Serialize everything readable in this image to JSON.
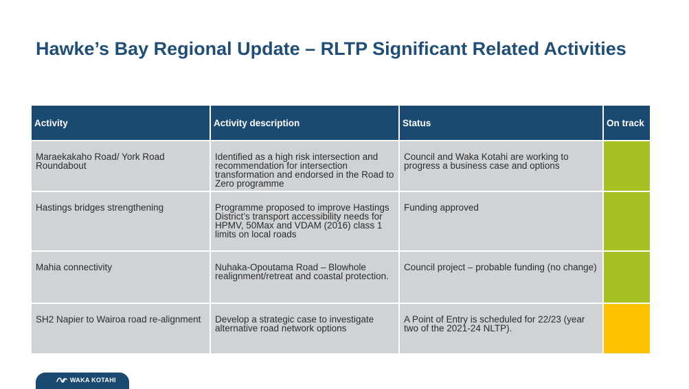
{
  "slide": {
    "title": "Hawke’s Bay Regional Update – RLTP Significant Related Activities"
  },
  "table": {
    "headers": [
      "Activity",
      "Activity description",
      "Status",
      "On track"
    ],
    "rows": [
      {
        "activity": "Maraekakaho Road/ York Road Roundabout",
        "description": "Identified as a high risk intersection and recommendation for intersection transformation and endorsed in the Road to Zero programme",
        "status": "Council and Waka Kotahi are working to progress a business case and options",
        "on_track_color": "#a9c023"
      },
      {
        "activity": "Hastings bridges strengthening",
        "description": "Programme proposed to improve Hastings District’s transport accessibility needs for HPMV, 50Max and VDAM (2016) class 1 limits on local roads",
        "status": "Funding approved",
        "on_track_color": "#a9c023"
      },
      {
        "activity": "Mahia connectivity",
        "description": "Nuhaka-Opoutama Road – Blowhole realignment/retreat and coastal protection.",
        "status": "Council project – probable funding (no change)",
        "on_track_color": "#a9c023"
      },
      {
        "activity": "SH2 Napier to Wairoa road re-alignment",
        "description": "Develop a strategic case to investigate alternative road network options",
        "status": "A Point of Entry is scheduled for 22/23 (year two of the 2021-24 NLTP).",
        "on_track_color": "#ffc000"
      }
    ]
  },
  "footer": {
    "logo_text": "WAKA KOTAHI",
    "logo_icon": "waka-kotahi-wave-icon"
  },
  "colors": {
    "title": "#1f4e79",
    "header_bg": "#1a4a72",
    "cell_bg": "#d0d3d6",
    "on_track_green": "#a9c023",
    "on_track_amber": "#ffc000"
  }
}
